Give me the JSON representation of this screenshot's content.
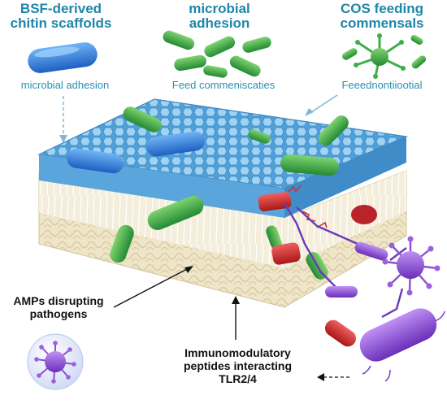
{
  "headings": [
    {
      "line1": "BSF-derived",
      "line2": "chitin scaffolds",
      "sub": "microbial adhesion"
    },
    {
      "line1": "microbial",
      "line2": "adhesion",
      "sub": "Feed commeniscaties"
    },
    {
      "line1": "COS feeding",
      "line2": "commensals",
      "sub": "Feeednontiiootial"
    }
  ],
  "labels": {
    "amps_line1": "AMPs disrupting",
    "amps_line2": "pathogens",
    "immuno_line1": "Immunomodulatory",
    "immuno_line2": "peptides interacting",
    "immuno_line3": "TLR2/4"
  },
  "colors": {
    "heading": "#1f86a8",
    "scaffold_top": "#5aaee0",
    "scaffold_base": "#ede2c4",
    "commensal_blue": "#2f78d8",
    "commensal_green": "#3fae4a",
    "pathogen_red": "#d42a2a",
    "peptide_purple": "#8d4fd2"
  }
}
